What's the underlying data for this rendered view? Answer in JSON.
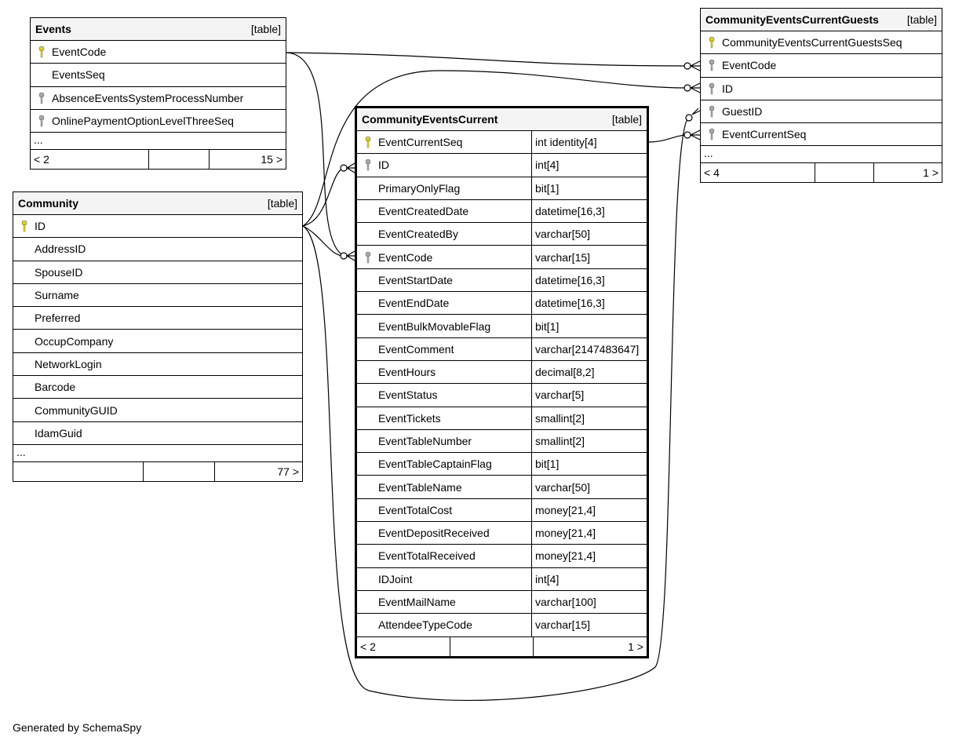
{
  "table_tag": "[table]",
  "events": {
    "name": "Events",
    "columns": [
      {
        "name": "EventCode",
        "key": "pk"
      },
      {
        "name": "EventsSeq",
        "key": ""
      },
      {
        "name": "AbsenceEventsSystemProcessNumber",
        "key": "fk"
      },
      {
        "name": "OnlinePaymentOptionLevelThreeSeq",
        "key": "fk"
      }
    ],
    "ellipsis": "...",
    "footer": {
      "parents": "< 2",
      "middle": "",
      "children": "15 >"
    }
  },
  "community": {
    "name": "Community",
    "columns": [
      {
        "name": "ID",
        "key": "pk"
      },
      {
        "name": "AddressID",
        "key": ""
      },
      {
        "name": "SpouseID",
        "key": ""
      },
      {
        "name": "Surname",
        "key": ""
      },
      {
        "name": "Preferred",
        "key": ""
      },
      {
        "name": "OccupCompany",
        "key": ""
      },
      {
        "name": "NetworkLogin",
        "key": ""
      },
      {
        "name": "Barcode",
        "key": ""
      },
      {
        "name": "CommunityGUID",
        "key": ""
      },
      {
        "name": "IdamGuid",
        "key": ""
      }
    ],
    "ellipsis": "...",
    "footer": {
      "parents": "",
      "middle": "",
      "children": "77 >"
    }
  },
  "current": {
    "name": "CommunityEventsCurrent",
    "columns": [
      {
        "name": "EventCurrentSeq",
        "type": "int identity[4]",
        "key": "pk"
      },
      {
        "name": "ID",
        "type": "int[4]",
        "key": "fk"
      },
      {
        "name": "PrimaryOnlyFlag",
        "type": "bit[1]",
        "key": ""
      },
      {
        "name": "EventCreatedDate",
        "type": "datetime[16,3]",
        "key": ""
      },
      {
        "name": "EventCreatedBy",
        "type": "varchar[50]",
        "key": ""
      },
      {
        "name": "EventCode",
        "type": "varchar[15]",
        "key": "fk"
      },
      {
        "name": "EventStartDate",
        "type": "datetime[16,3]",
        "key": ""
      },
      {
        "name": "EventEndDate",
        "type": "datetime[16,3]",
        "key": ""
      },
      {
        "name": "EventBulkMovableFlag",
        "type": "bit[1]",
        "key": ""
      },
      {
        "name": "EventComment",
        "type": "varchar[2147483647]",
        "key": ""
      },
      {
        "name": "EventHours",
        "type": "decimal[8,2]",
        "key": ""
      },
      {
        "name": "EventStatus",
        "type": "varchar[5]",
        "key": ""
      },
      {
        "name": "EventTickets",
        "type": "smallint[2]",
        "key": ""
      },
      {
        "name": "EventTableNumber",
        "type": "smallint[2]",
        "key": ""
      },
      {
        "name": "EventTableCaptainFlag",
        "type": "bit[1]",
        "key": ""
      },
      {
        "name": "EventTableName",
        "type": "varchar[50]",
        "key": ""
      },
      {
        "name": "EventTotalCost",
        "type": "money[21,4]",
        "key": ""
      },
      {
        "name": "EventDepositReceived",
        "type": "money[21,4]",
        "key": ""
      },
      {
        "name": "EventTotalReceived",
        "type": "money[21,4]",
        "key": ""
      },
      {
        "name": "IDJoint",
        "type": "int[4]",
        "key": ""
      },
      {
        "name": "EventMailName",
        "type": "varchar[100]",
        "key": ""
      },
      {
        "name": "AttendeeTypeCode",
        "type": "varchar[15]",
        "key": ""
      }
    ],
    "footer": {
      "parents": "< 2",
      "middle": "",
      "children": "1 >"
    }
  },
  "guests": {
    "name": "CommunityEventsCurrentGuests",
    "columns": [
      {
        "name": "CommunityEventsCurrentGuestsSeq",
        "key": "pk"
      },
      {
        "name": "EventCode",
        "key": "fk"
      },
      {
        "name": "ID",
        "key": "fk"
      },
      {
        "name": "GuestID",
        "key": "fk"
      },
      {
        "name": "EventCurrentSeq",
        "key": "fk"
      }
    ],
    "ellipsis": "...",
    "footer": {
      "parents": "< 4",
      "middle": "",
      "children": "1 >"
    }
  },
  "generated_by": "Generated by SchemaSpy",
  "colors": {
    "pk_key": "#e6d600",
    "fk_key": "#a9a9a9",
    "header_bg": "#f4f4f4"
  }
}
